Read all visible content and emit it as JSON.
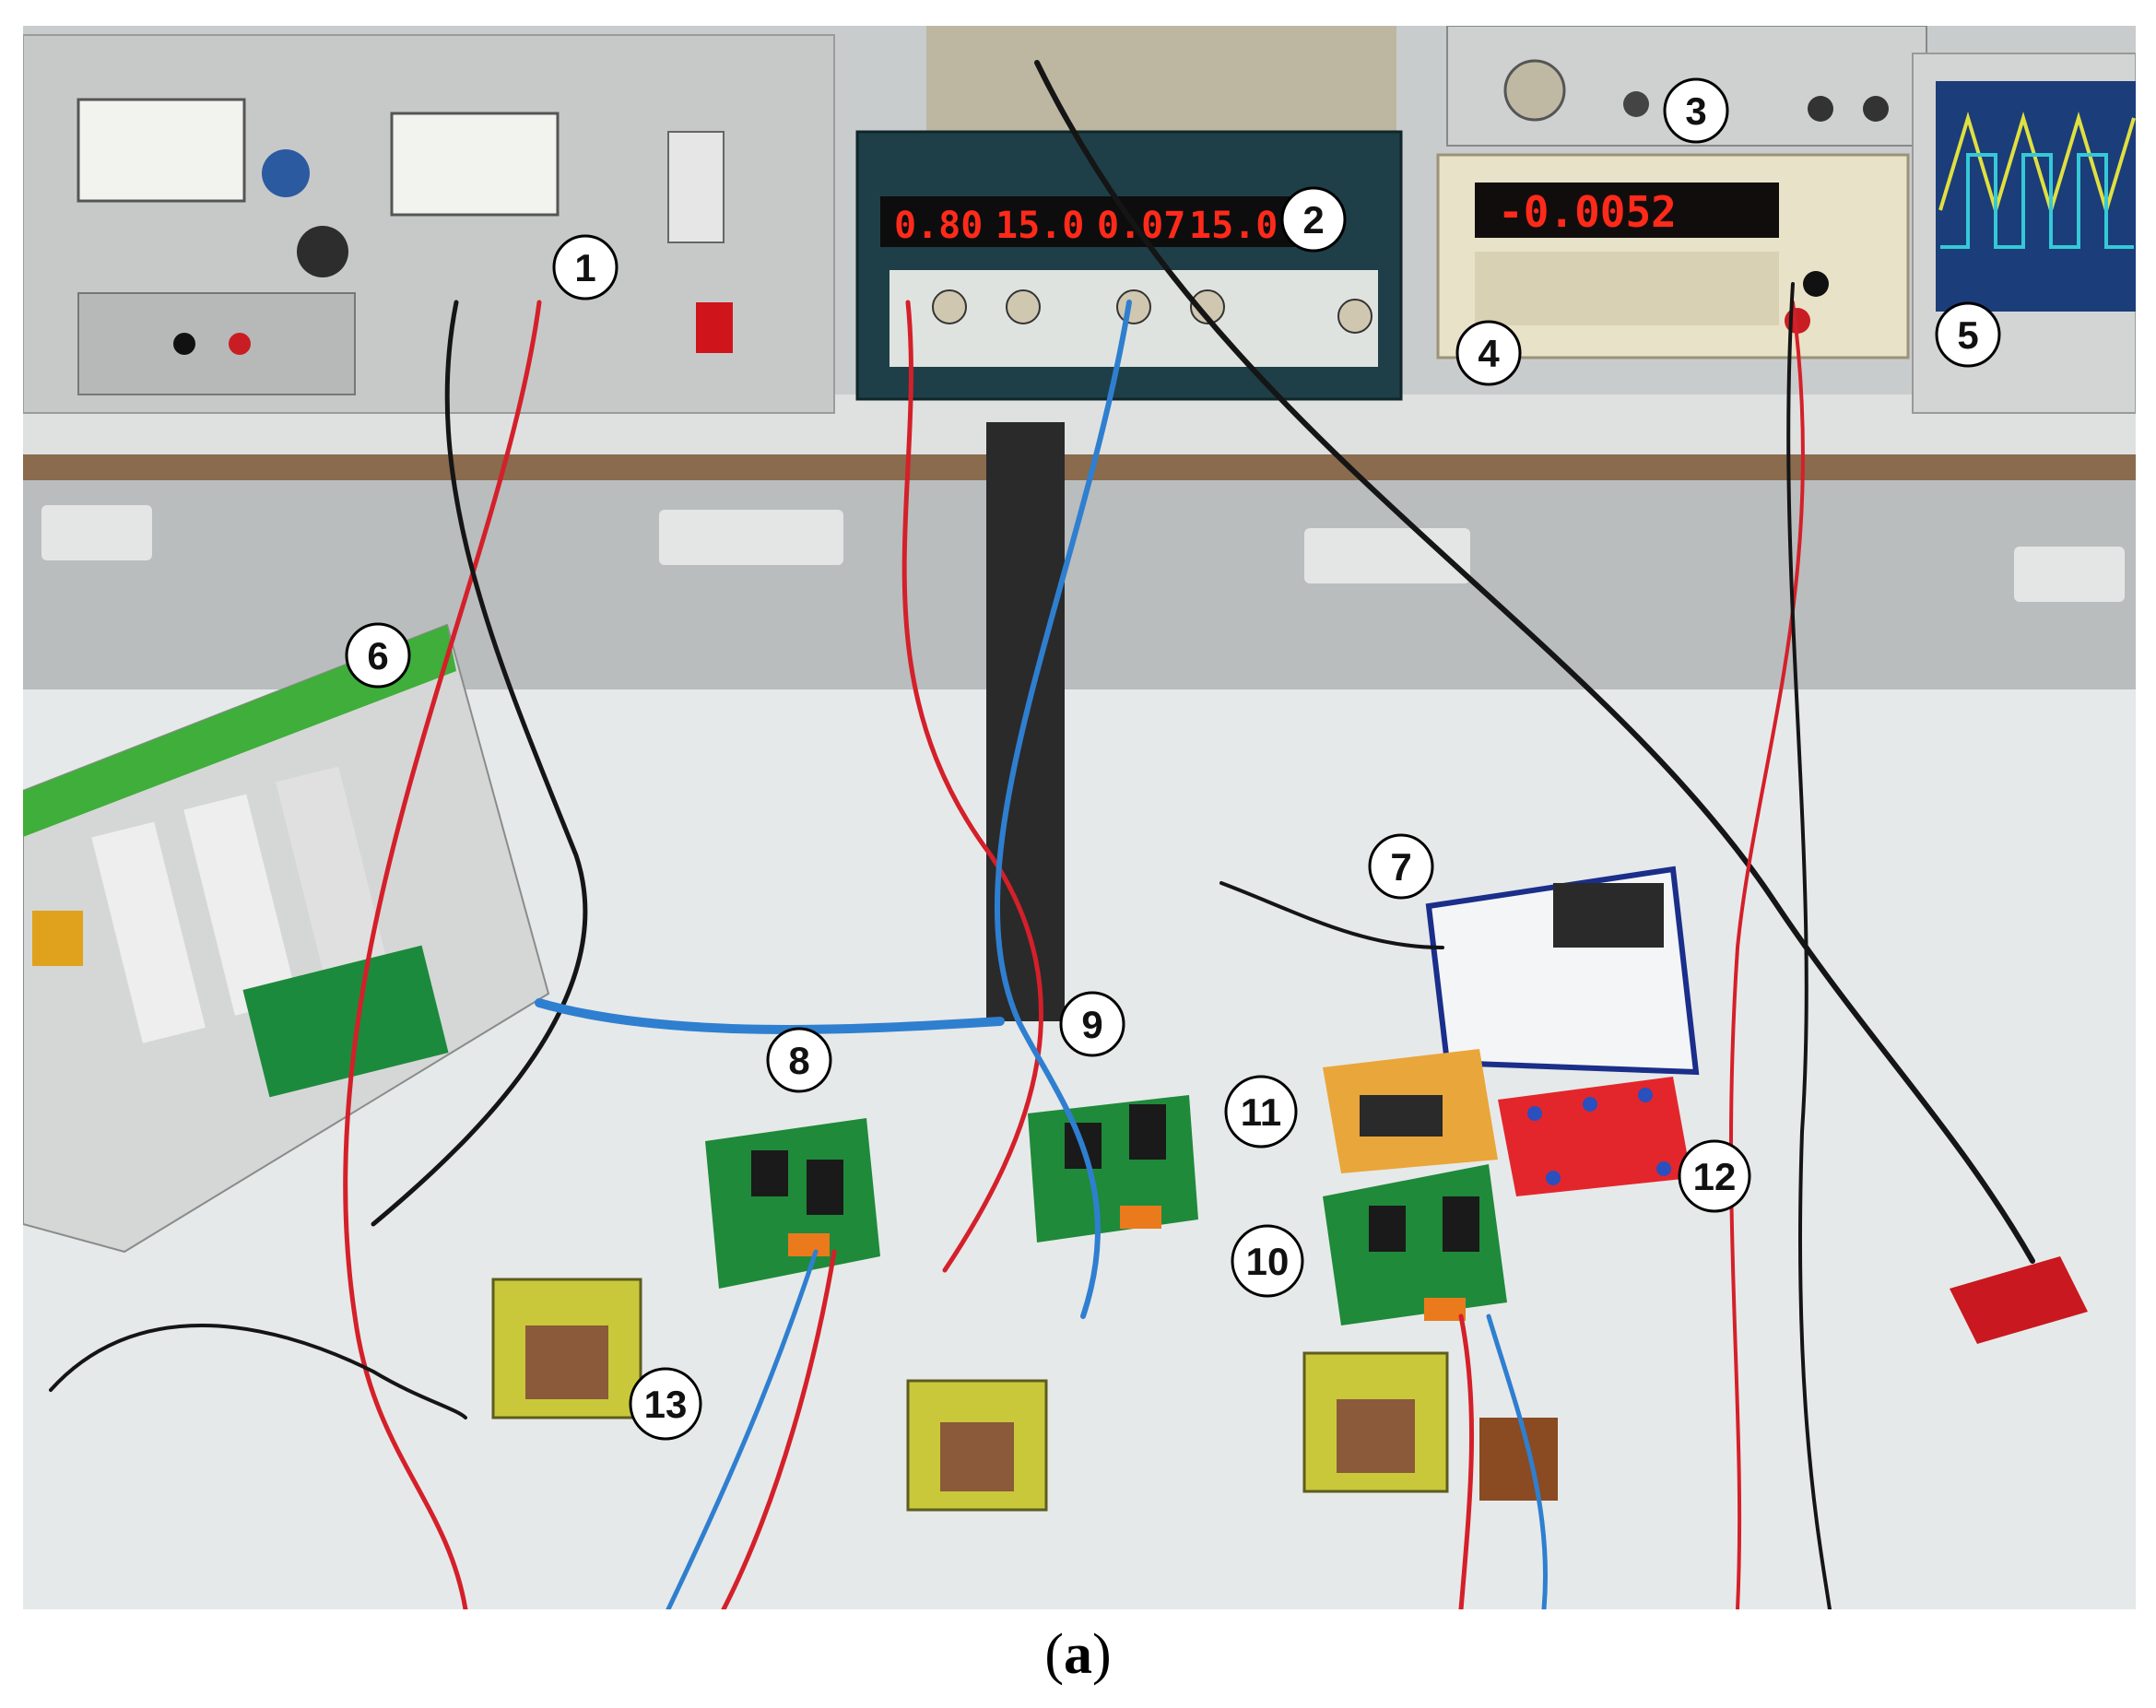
{
  "figure": {
    "caption_open": "(",
    "caption_letter": "a",
    "caption_close": ")"
  },
  "psu": {
    "digits": [
      "0.80",
      "15.0",
      "0.07",
      "15.0"
    ],
    "digit_color": "#ff2a1a"
  },
  "multimeter": {
    "reading": "-0.0052",
    "digit_color": "#ff2a1a"
  },
  "callouts": [
    {
      "label": "1"
    },
    {
      "label": "2"
    },
    {
      "label": "3"
    },
    {
      "label": "4"
    },
    {
      "label": "5"
    },
    {
      "label": "6"
    },
    {
      "label": "7"
    },
    {
      "label": "8"
    },
    {
      "label": "9"
    },
    {
      "label": "10"
    },
    {
      "label": "11"
    },
    {
      "label": "12"
    },
    {
      "label": "13"
    }
  ],
  "colors": {
    "wire_red": "#d4202a",
    "wire_blue": "#2f7fd0",
    "wire_black": "#151515",
    "pcb_green": "#1f8a3a",
    "bench_white": "#e9ecec",
    "transformer_yellow": "#c9c83a"
  }
}
